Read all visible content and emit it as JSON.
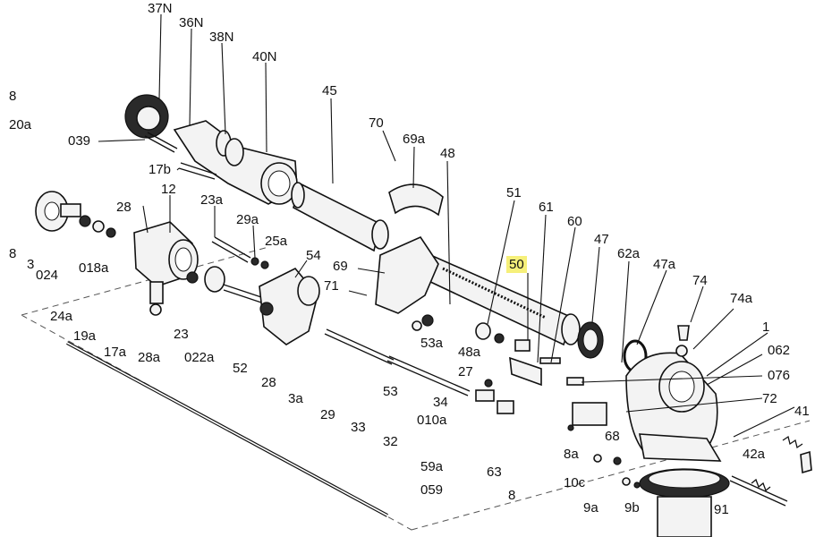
{
  "labels": {
    "l37n": "37N",
    "l36n": "36N",
    "l38n": "38N",
    "l40n": "40N",
    "l45": "45",
    "l8top": "8",
    "l20a": "20a",
    "l039": "039",
    "l70": "70",
    "l69a": "69a",
    "l48": "48",
    "l17b": "17b",
    "l51": "51",
    "l61": "61",
    "l60": "60",
    "l12": "12",
    "l28": "28",
    "l23a": "23a",
    "l47": "47",
    "l29a": "29a",
    "l25a": "25a",
    "l62a": "62a",
    "l47a": "47a",
    "l50": "50",
    "l8left": "8",
    "l3": "3",
    "l024": "024",
    "l018a": "018a",
    "l54": "54",
    "l69": "69",
    "l74": "74",
    "l71": "71",
    "l74a": "74a",
    "l24a": "24a",
    "l1": "1",
    "l19a": "19a",
    "l23": "23",
    "l53a": "53a",
    "l48a": "48a",
    "l062": "062",
    "l17a": "17a",
    "l28a": "28a",
    "l022a": "022a",
    "l52": "52",
    "l27": "27",
    "l076": "076",
    "l28b": "28",
    "l3a": "3a",
    "l53": "53",
    "l34": "34",
    "l72": "72",
    "l29": "29",
    "l33": "33",
    "l010a": "010a",
    "l41": "41",
    "l32": "32",
    "l68": "68",
    "l8a": "8a",
    "l42a": "42a",
    "l59a": "59a",
    "l63": "63",
    "l10c": "10c",
    "l059": "059",
    "l8bot": "8",
    "l9a": "9a",
    "l9b": "9b",
    "l91": "91"
  },
  "highlight": {
    "label": "l50",
    "color": "#f6f07a"
  }
}
